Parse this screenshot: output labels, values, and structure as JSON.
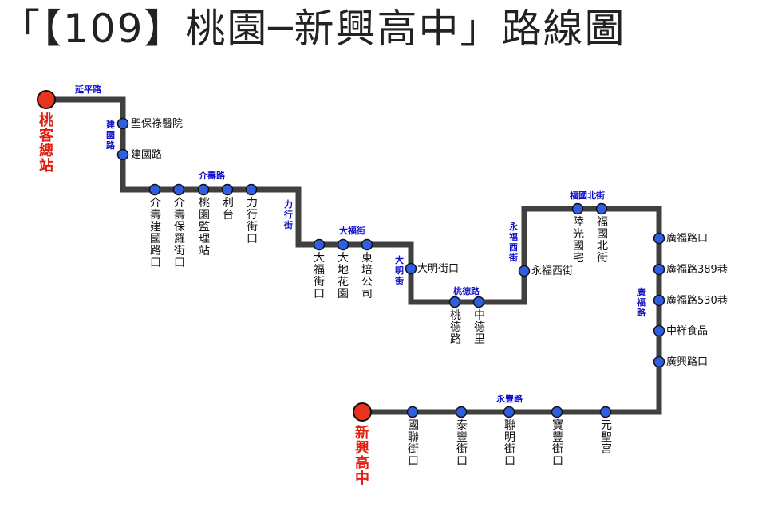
{
  "title": "「【109】桃園─新興高中」路線圖",
  "colors": {
    "route_line": "#404040",
    "stop_fill": "#2f5fe0",
    "terminal_fill": "#e8341c",
    "road_label": "#1010c8",
    "terminal_label": "#e02010"
  },
  "terminals": {
    "start": "桃客總站",
    "end": "新興高中"
  },
  "roads": {
    "yanping": "延平路",
    "jianguo": "建國路",
    "jieshou": "介壽路",
    "lixing": "力行街",
    "dafu": "大福街",
    "daming": "大明街",
    "taode": "桃德路",
    "yongfu_west": "永福西街",
    "fuguo_north": "福國北街",
    "guangfu": "廣福路",
    "yongfeng": "永豐路"
  },
  "stops": [
    "聖保祿醫院",
    "建國路",
    "介壽建國路口",
    "介壽保羅街口",
    "桃園監理站",
    "利台",
    "力行街口",
    "大福街口",
    "大地花園",
    "東培公司",
    "大明街口",
    "桃德路",
    "中德里",
    "永福西街",
    "陸光國宅",
    "福國北街",
    "廣福路口",
    "廣福路389巷",
    "廣福路530巷",
    "中祥食品",
    "廣興路口",
    "元聖宮",
    "寶豐街口",
    "聯明街口",
    "泰豐街口",
    "國聯街口"
  ]
}
